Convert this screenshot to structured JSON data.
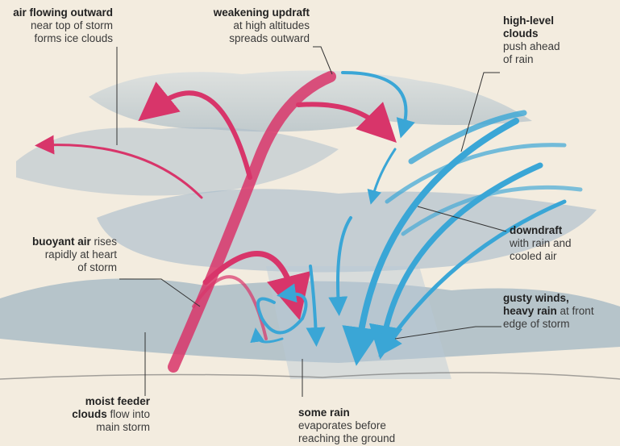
{
  "colors": {
    "background": "#f3ecdf",
    "updraft": "#d8356a",
    "downdraft": "#3aa6d6",
    "cloud": "#9fb7c8",
    "leader_line": "#333333"
  },
  "labels": {
    "air_outward": {
      "bold": "air flowing outward",
      "lines": [
        "near top of storm",
        "forms ice clouds"
      ]
    },
    "weakening": {
      "bold": "weakening updraft",
      "lines": [
        "at high altitudes",
        "spreads outward"
      ]
    },
    "high_level": {
      "bold_lines": [
        "high-level",
        "clouds"
      ],
      "lines": [
        "push ahead",
        "of rain"
      ]
    },
    "buoyant": {
      "bold": "buoyant air",
      "rest": " rises",
      "lines": [
        "rapidly at heart",
        "of storm"
      ]
    },
    "downdraft": {
      "bold": "downdraft",
      "lines": [
        "with rain and",
        "cooled air"
      ]
    },
    "gusty": {
      "bold_line": "gusty winds,",
      "bold2": "heavy rain",
      "rest": " at front",
      "lines": [
        "edge of storm"
      ]
    },
    "moist": {
      "bold_line": "moist feeder",
      "bold2": "clouds",
      "rest": " flow into",
      "lines": [
        "main storm"
      ]
    },
    "some_rain": {
      "bold": "some rain",
      "lines": [
        "evaporates before",
        "reaching the ground"
      ]
    }
  }
}
